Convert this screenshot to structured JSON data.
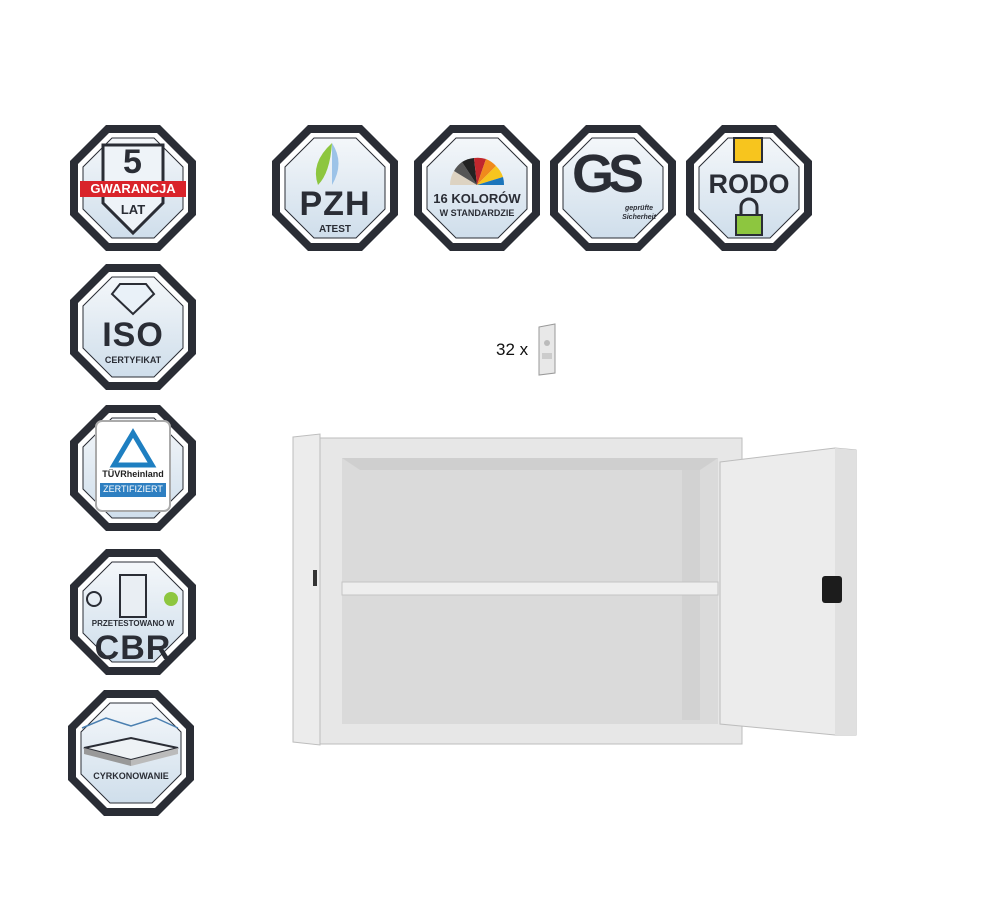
{
  "badges_left": [
    {
      "id": "warranty",
      "number": "5",
      "label": "GWARANCJA",
      "sub": "LAT"
    },
    {
      "id": "iso",
      "title": "ISO",
      "sub": "CERTYFIKAT"
    },
    {
      "id": "tuv",
      "brand": "TÜVRheinland",
      "sub": "ZERTIFIZIERT"
    },
    {
      "id": "cbr",
      "top": "PRZETESTOWANO W",
      "title": "CBR"
    },
    {
      "id": "cyrkon",
      "sub": "CYRKONOWANIE"
    }
  ],
  "badges_top": [
    {
      "id": "pzh",
      "title": "PZH",
      "sub": "ATEST"
    },
    {
      "id": "colors",
      "line1": "16 KOLORÓW",
      "line2": "W STANDARDZIE"
    },
    {
      "id": "gs",
      "title": "GS",
      "sub1": "geprüfte",
      "sub2": "Sicherheit"
    },
    {
      "id": "rodo",
      "title": "RODO"
    }
  ],
  "capacity": {
    "text": "32 x"
  },
  "colors": {
    "frame": "#2a2d35",
    "badge_bg": "#dde8f2",
    "red": "#d9232a",
    "green": "#8dc63f",
    "cabinet": "#e6e6e6"
  }
}
